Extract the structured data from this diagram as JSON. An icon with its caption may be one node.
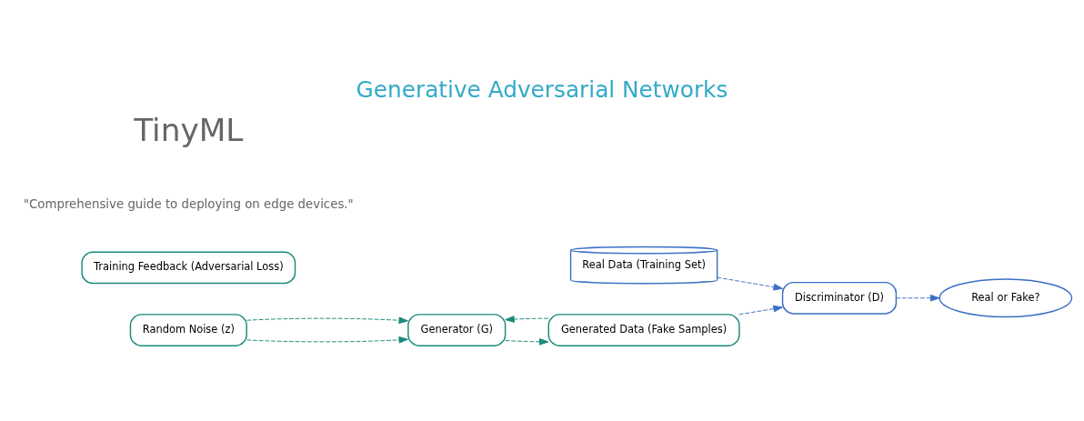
{
  "diagram": {
    "title": "Generative Adversarial Networks",
    "nodes": [
      {
        "text": [
          "Real Data (Training Set)"
        ]
      },
      {
        "text": [
          "Discriminator (D)"
        ]
      },
      {
        "text": [
          "Real or Fake?"
        ]
      },
      {
        "text": [
          "Random Noise (z)"
        ]
      },
      {
        "text": [
          "Generator (G)"
        ]
      },
      {
        "text": [
          "Generated Data (Fake Samples)"
        ]
      },
      {
        "text": [
          "Training Feedback (Adversarial Loss)"
        ]
      }
    ],
    "edges": [
      {
        "from": 0,
        "to": 1,
        "arrow": "to",
        "style": "dashed",
        "color": "#3b6fc4"
      },
      {
        "from": 1,
        "to": 2,
        "arrow": "to",
        "style": "dashed",
        "color": "#3b6fc4"
      },
      {
        "from": 3,
        "to": 4,
        "arrow": "to",
        "style": "dashed"
      },
      {
        "from": 4,
        "to": 5,
        "arrow": "to",
        "style": "dashed"
      },
      {
        "from": 5,
        "to": 1,
        "arrow": "to",
        "style": "dashed",
        "color": "#3b6fc4"
      },
      {
        "from": 3,
        "to": 4,
        "arrow": "to",
        "style": "dashed"
      },
      {
        "from": 5,
        "to": 4,
        "arrow": "to",
        "style": "dashed"
      }
    ],
    "labels": [
      "TinyML",
      "\"Comprehensive guide to deploying on edge devices.\""
    ]
  }
}
